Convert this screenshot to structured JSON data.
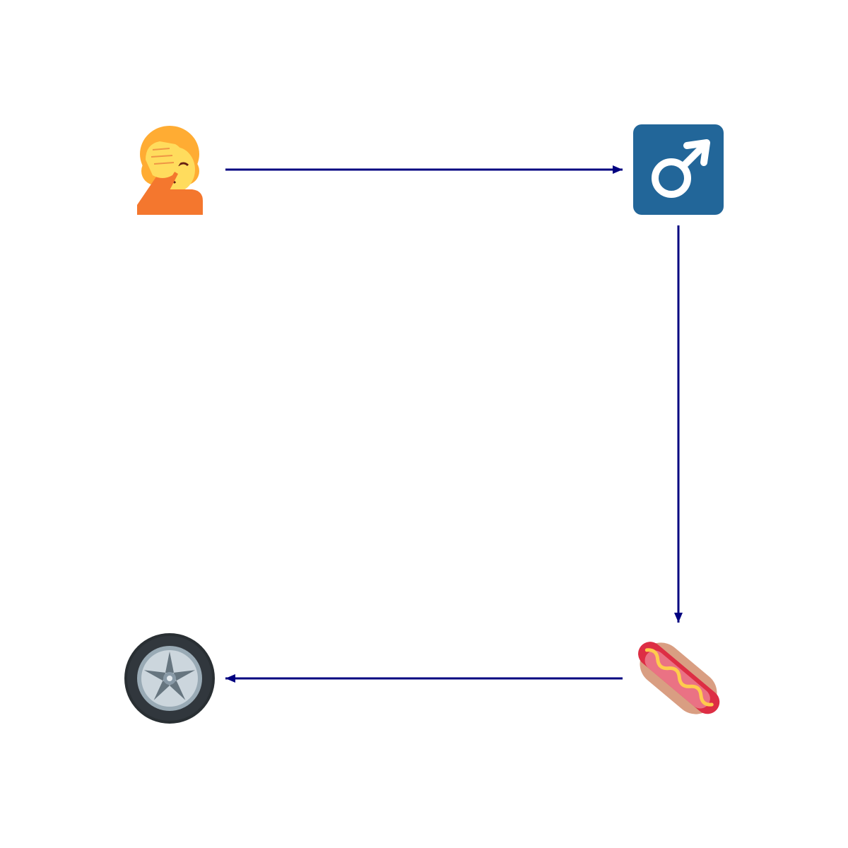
{
  "diagram": {
    "type": "flow",
    "colors": {
      "edge": "#000080",
      "background": "#ffffff"
    },
    "nodes": [
      {
        "id": "facepalm",
        "icon": "person-facepalming-icon"
      },
      {
        "id": "male",
        "icon": "male-sign-icon"
      },
      {
        "id": "hotdog",
        "icon": "hot-dog-icon"
      },
      {
        "id": "wheel",
        "icon": "wheel-icon"
      }
    ],
    "edges": [
      {
        "from": "facepalm",
        "to": "male"
      },
      {
        "from": "male",
        "to": "hotdog"
      },
      {
        "from": "hotdog",
        "to": "wheel"
      }
    ]
  }
}
